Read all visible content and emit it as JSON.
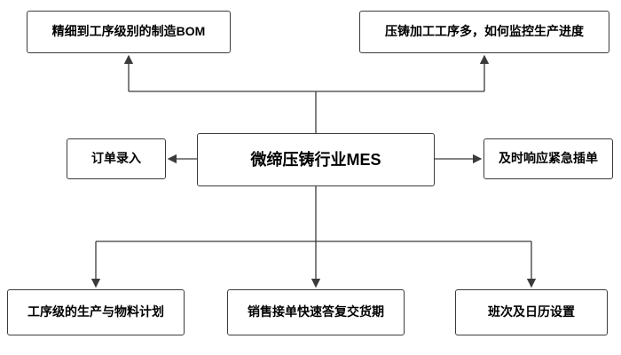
{
  "diagram": {
    "center": {
      "label": "微缔压铸行业MES"
    },
    "top_left": {
      "label": "精细到工序级别的制造BOM"
    },
    "top_right": {
      "label": "压铸加工工序多，如何监控生产进度"
    },
    "left": {
      "label": "订单录入"
    },
    "right": {
      "label": "及时响应紧急插单"
    },
    "bottom_left": {
      "label": "工序级的生产与物料计划"
    },
    "bottom_center": {
      "label": "销售接单快速答复交货期"
    },
    "bottom_right": {
      "label": "班次及日历设置"
    }
  },
  "colors": {
    "box_border": "#3b3b3b",
    "box_fill": "#ffffff",
    "line": "#3b3b3b",
    "text": "#000000"
  }
}
